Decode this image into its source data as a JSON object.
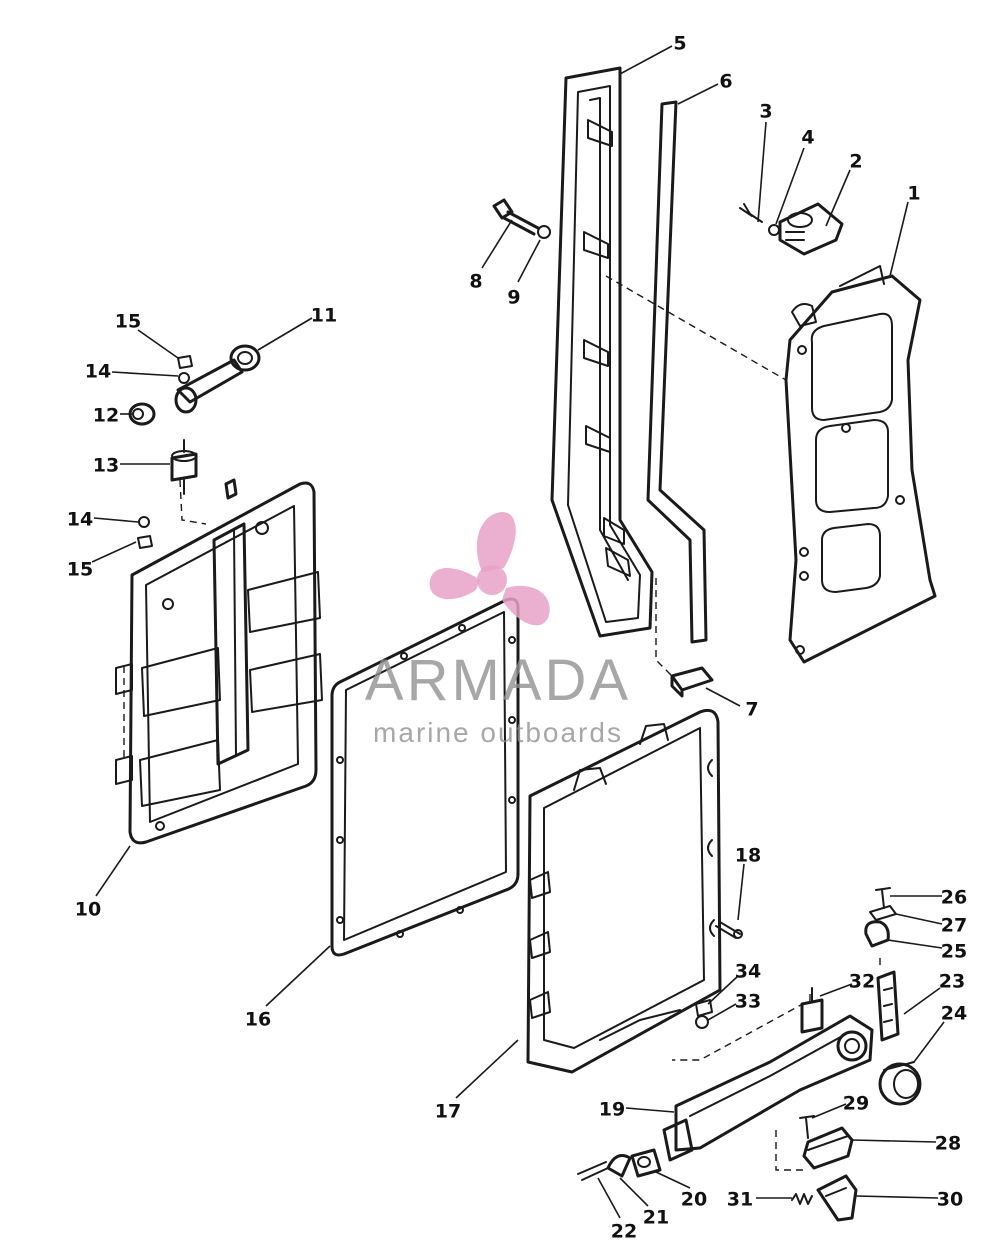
{
  "watermark": {
    "brand": "ARMADA",
    "tagline": "marine outboards",
    "logo_icon": "propeller-logo-icon",
    "logo_color": "#e7a1c8",
    "text_color": "#8f8f8f"
  },
  "callouts": [
    {
      "id": "1",
      "label": "1"
    },
    {
      "id": "2",
      "label": "2"
    },
    {
      "id": "3",
      "label": "3"
    },
    {
      "id": "4",
      "label": "4"
    },
    {
      "id": "5",
      "label": "5"
    },
    {
      "id": "6",
      "label": "6"
    },
    {
      "id": "7",
      "label": "7"
    },
    {
      "id": "8",
      "label": "8"
    },
    {
      "id": "9",
      "label": "9"
    },
    {
      "id": "10",
      "label": "10"
    },
    {
      "id": "11",
      "label": "11"
    },
    {
      "id": "12",
      "label": "12"
    },
    {
      "id": "13",
      "label": "13"
    },
    {
      "id": "14a",
      "label": "14"
    },
    {
      "id": "15a",
      "label": "15"
    },
    {
      "id": "14b",
      "label": "14"
    },
    {
      "id": "15b",
      "label": "15"
    },
    {
      "id": "16",
      "label": "16"
    },
    {
      "id": "17",
      "label": "17"
    },
    {
      "id": "18",
      "label": "18"
    },
    {
      "id": "19",
      "label": "19"
    },
    {
      "id": "20",
      "label": "20"
    },
    {
      "id": "21",
      "label": "21"
    },
    {
      "id": "22",
      "label": "22"
    },
    {
      "id": "23",
      "label": "23"
    },
    {
      "id": "24",
      "label": "24"
    },
    {
      "id": "25",
      "label": "25"
    },
    {
      "id": "26",
      "label": "26"
    },
    {
      "id": "27",
      "label": "27"
    },
    {
      "id": "28",
      "label": "28"
    },
    {
      "id": "29",
      "label": "29"
    },
    {
      "id": "30",
      "label": "30"
    },
    {
      "id": "31",
      "label": "31"
    },
    {
      "id": "32",
      "label": "32"
    },
    {
      "id": "33",
      "label": "33"
    },
    {
      "id": "34",
      "label": "34"
    }
  ]
}
